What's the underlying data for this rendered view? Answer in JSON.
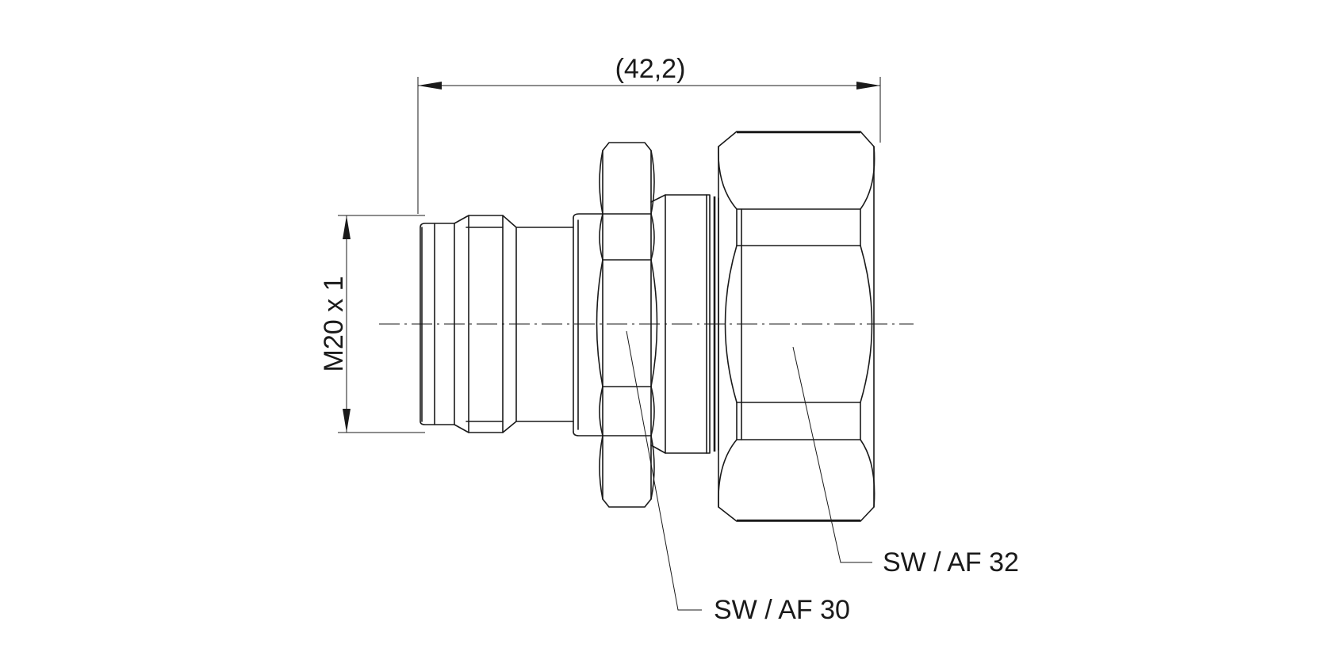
{
  "drawing": {
    "overall_length_label": "(42,2)",
    "thread_label": "M20 x 1",
    "wrench_small_label": "SW / AF 30",
    "wrench_large_label": "SW / AF 32"
  },
  "colors": {
    "line": "#1a1a1a",
    "background": "#ffffff"
  }
}
